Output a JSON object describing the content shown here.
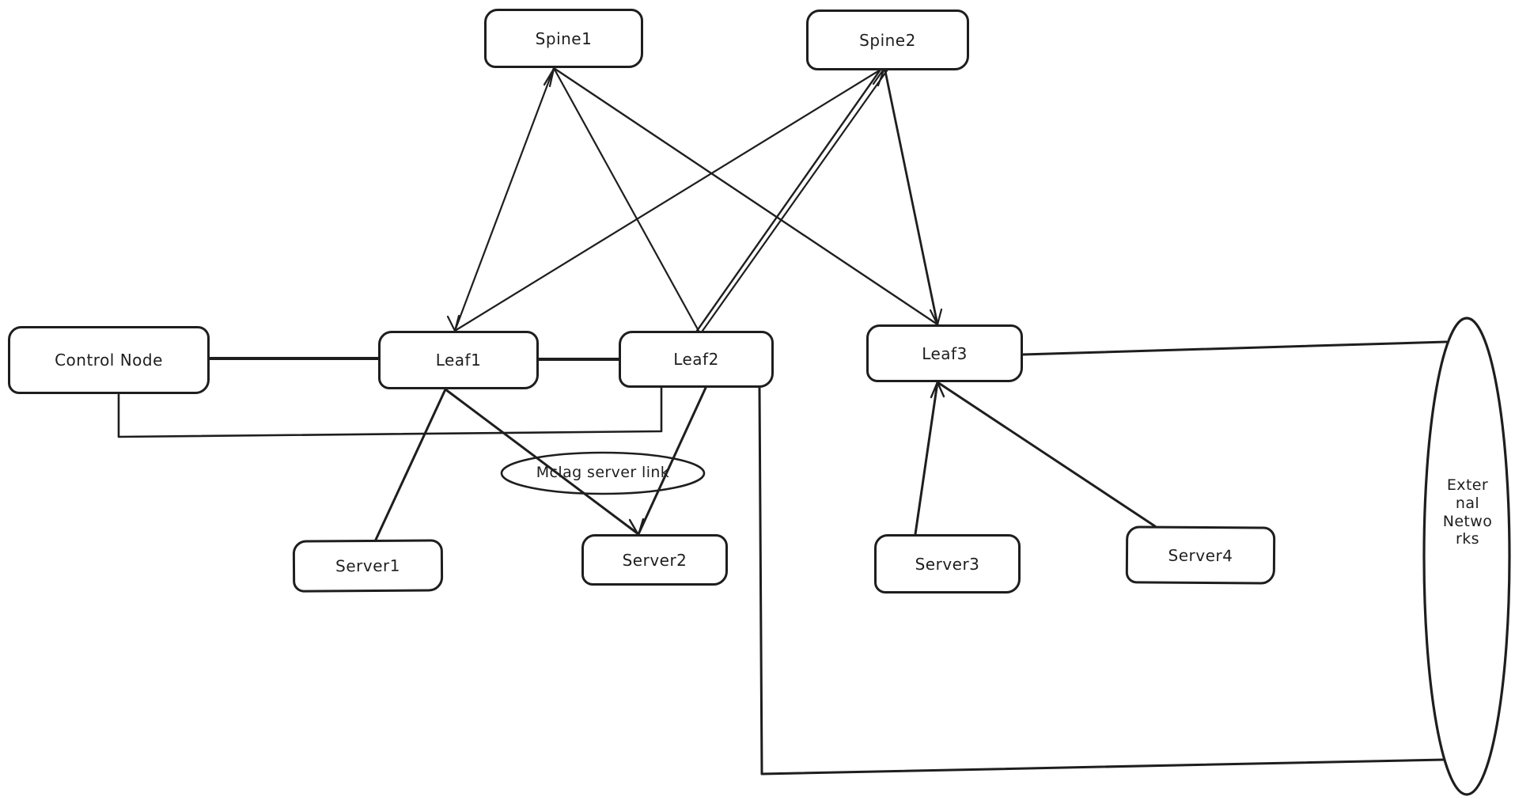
{
  "canvas": {
    "background_color": "#ffffff",
    "stroke_color": "#1e1e1e"
  },
  "nodes": {
    "spine1": {
      "label": "Spine1"
    },
    "spine2": {
      "label": "Spine2"
    },
    "control_node": {
      "label": "Control Node"
    },
    "leaf1": {
      "label": "Leaf1"
    },
    "leaf2": {
      "label": "Leaf2"
    },
    "leaf3": {
      "label": "Leaf3"
    },
    "server1": {
      "label": "Server1"
    },
    "server2": {
      "label": "Server2"
    },
    "server3": {
      "label": "Server3"
    },
    "server4": {
      "label": "Server4"
    }
  },
  "ellipses": {
    "mclag": {
      "label": "Mclag server link"
    },
    "external": {
      "label": "External Networks",
      "lines": [
        "Exter",
        "nal",
        "Netwo",
        "rks"
      ]
    }
  },
  "edges": [
    {
      "from": "Spine1",
      "to": "Leaf1"
    },
    {
      "from": "Spine1",
      "to": "Leaf2"
    },
    {
      "from": "Spine1",
      "to": "Leaf3"
    },
    {
      "from": "Spine2",
      "to": "Leaf1"
    },
    {
      "from": "Spine2",
      "to": "Leaf2",
      "style": "double"
    },
    {
      "from": "Spine2",
      "to": "Leaf3"
    },
    {
      "from": "Control Node",
      "to": "Leaf1"
    },
    {
      "from": "Control Node",
      "to": "Leaf2",
      "style": "elbow"
    },
    {
      "from": "Leaf1",
      "to": "Leaf2"
    },
    {
      "from": "Leaf1",
      "to": "Server1"
    },
    {
      "from": "Leaf1",
      "to": "Server2",
      "annotation": "Mclag server link"
    },
    {
      "from": "Leaf2",
      "to": "Server2",
      "annotation": "Mclag server link"
    },
    {
      "from": "Leaf2",
      "to": "External Networks",
      "style": "elbow"
    },
    {
      "from": "Leaf3",
      "to": "Server3"
    },
    {
      "from": "Leaf3",
      "to": "Server4"
    },
    {
      "from": "Leaf3",
      "to": "External Networks"
    }
  ]
}
